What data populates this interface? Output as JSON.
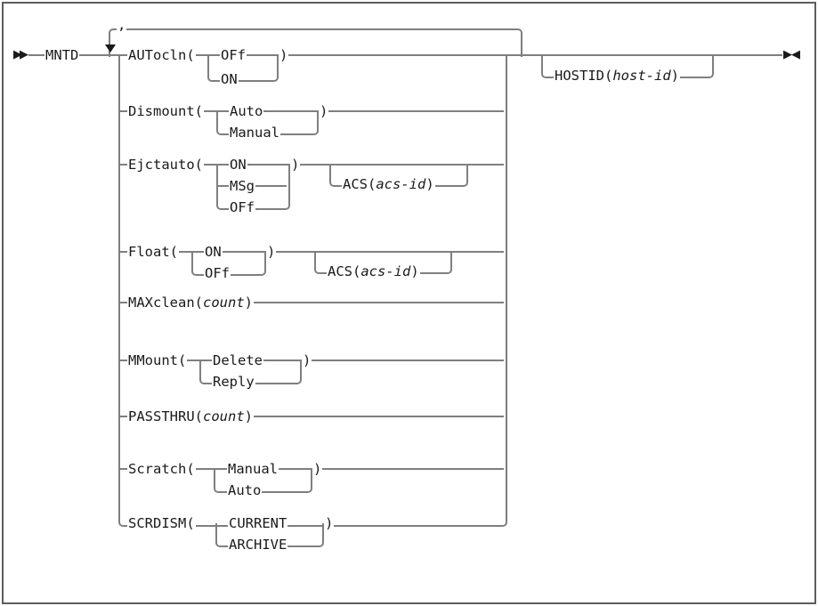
{
  "diagram": {
    "command": "MNTD",
    "start_arrows": "▶▶",
    "end_arrows": "▶◀",
    "repeat_separator": ",",
    "rows": [
      {
        "keyword": "AUTocln(",
        "close": ")",
        "choices": [
          "OFf",
          "ON"
        ]
      },
      {
        "keyword": "Dismount(",
        "close": ")",
        "choices": [
          "Auto",
          "Manual"
        ]
      },
      {
        "keyword": "Ejctauto(",
        "close": ")",
        "choices": [
          "ON",
          "MSg",
          "OFf"
        ],
        "acs": {
          "keyword": "ACS(",
          "param": "acs-id",
          "close": ")"
        }
      },
      {
        "keyword": "Float(",
        "close": ")",
        "choices": [
          "ON",
          "OFf"
        ],
        "acs": {
          "keyword": "ACS(",
          "param": "acs-id",
          "close": ")"
        }
      },
      {
        "keyword": "MAXclean(",
        "param": "count",
        "close": ")"
      },
      {
        "keyword": "MMount(",
        "close": ")",
        "choices": [
          "Delete",
          "Reply"
        ]
      },
      {
        "keyword": "PASSTHRU(",
        "param": "count",
        "close": ")"
      },
      {
        "keyword": "Scratch(",
        "close": ")",
        "choices": [
          "Manual",
          "Auto"
        ]
      },
      {
        "keyword": "SCRDISM(",
        "close": ")",
        "choices": [
          "CURRENT",
          "ARCHIVE"
        ]
      }
    ],
    "hostid": {
      "keyword": "HOSTID(",
      "param": "host-id",
      "close": ")"
    }
  },
  "colors": {
    "line": "#7f7f7f",
    "text": "#1a1a1a",
    "frame": "#5d5d5d",
    "background": "#ffffff"
  }
}
